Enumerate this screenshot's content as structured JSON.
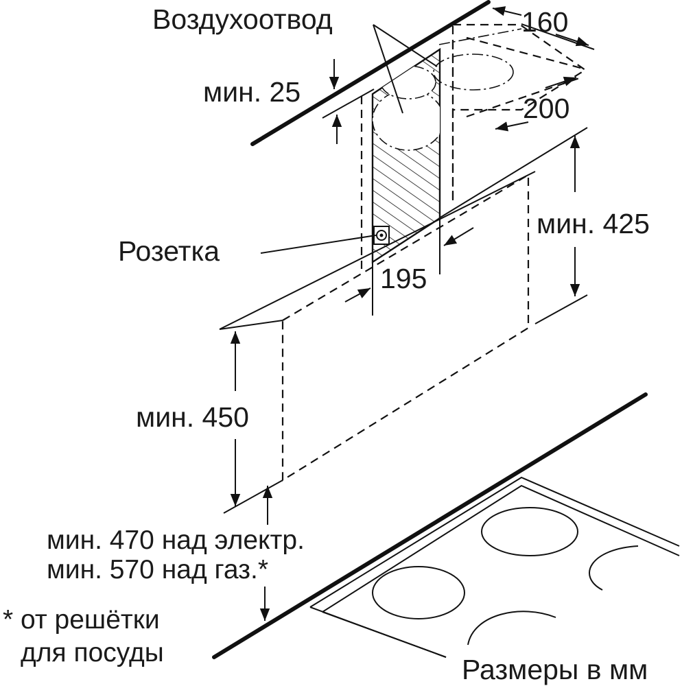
{
  "labels": {
    "air_duct": "Воздухоотвод",
    "socket": "Розетка",
    "min_25": "мин. 25",
    "dim_160": "160",
    "dim_200": "200",
    "min_425": "мин. 425",
    "dim_195": "195",
    "min_450": "мин. 450",
    "note_line1": "мин. 470 над электр.",
    "note_line2": "мин. 570 над газ.*",
    "footnote_line1": "* от решётки",
    "footnote_line2": "для посуды",
    "units": "Размеры в мм"
  }
}
